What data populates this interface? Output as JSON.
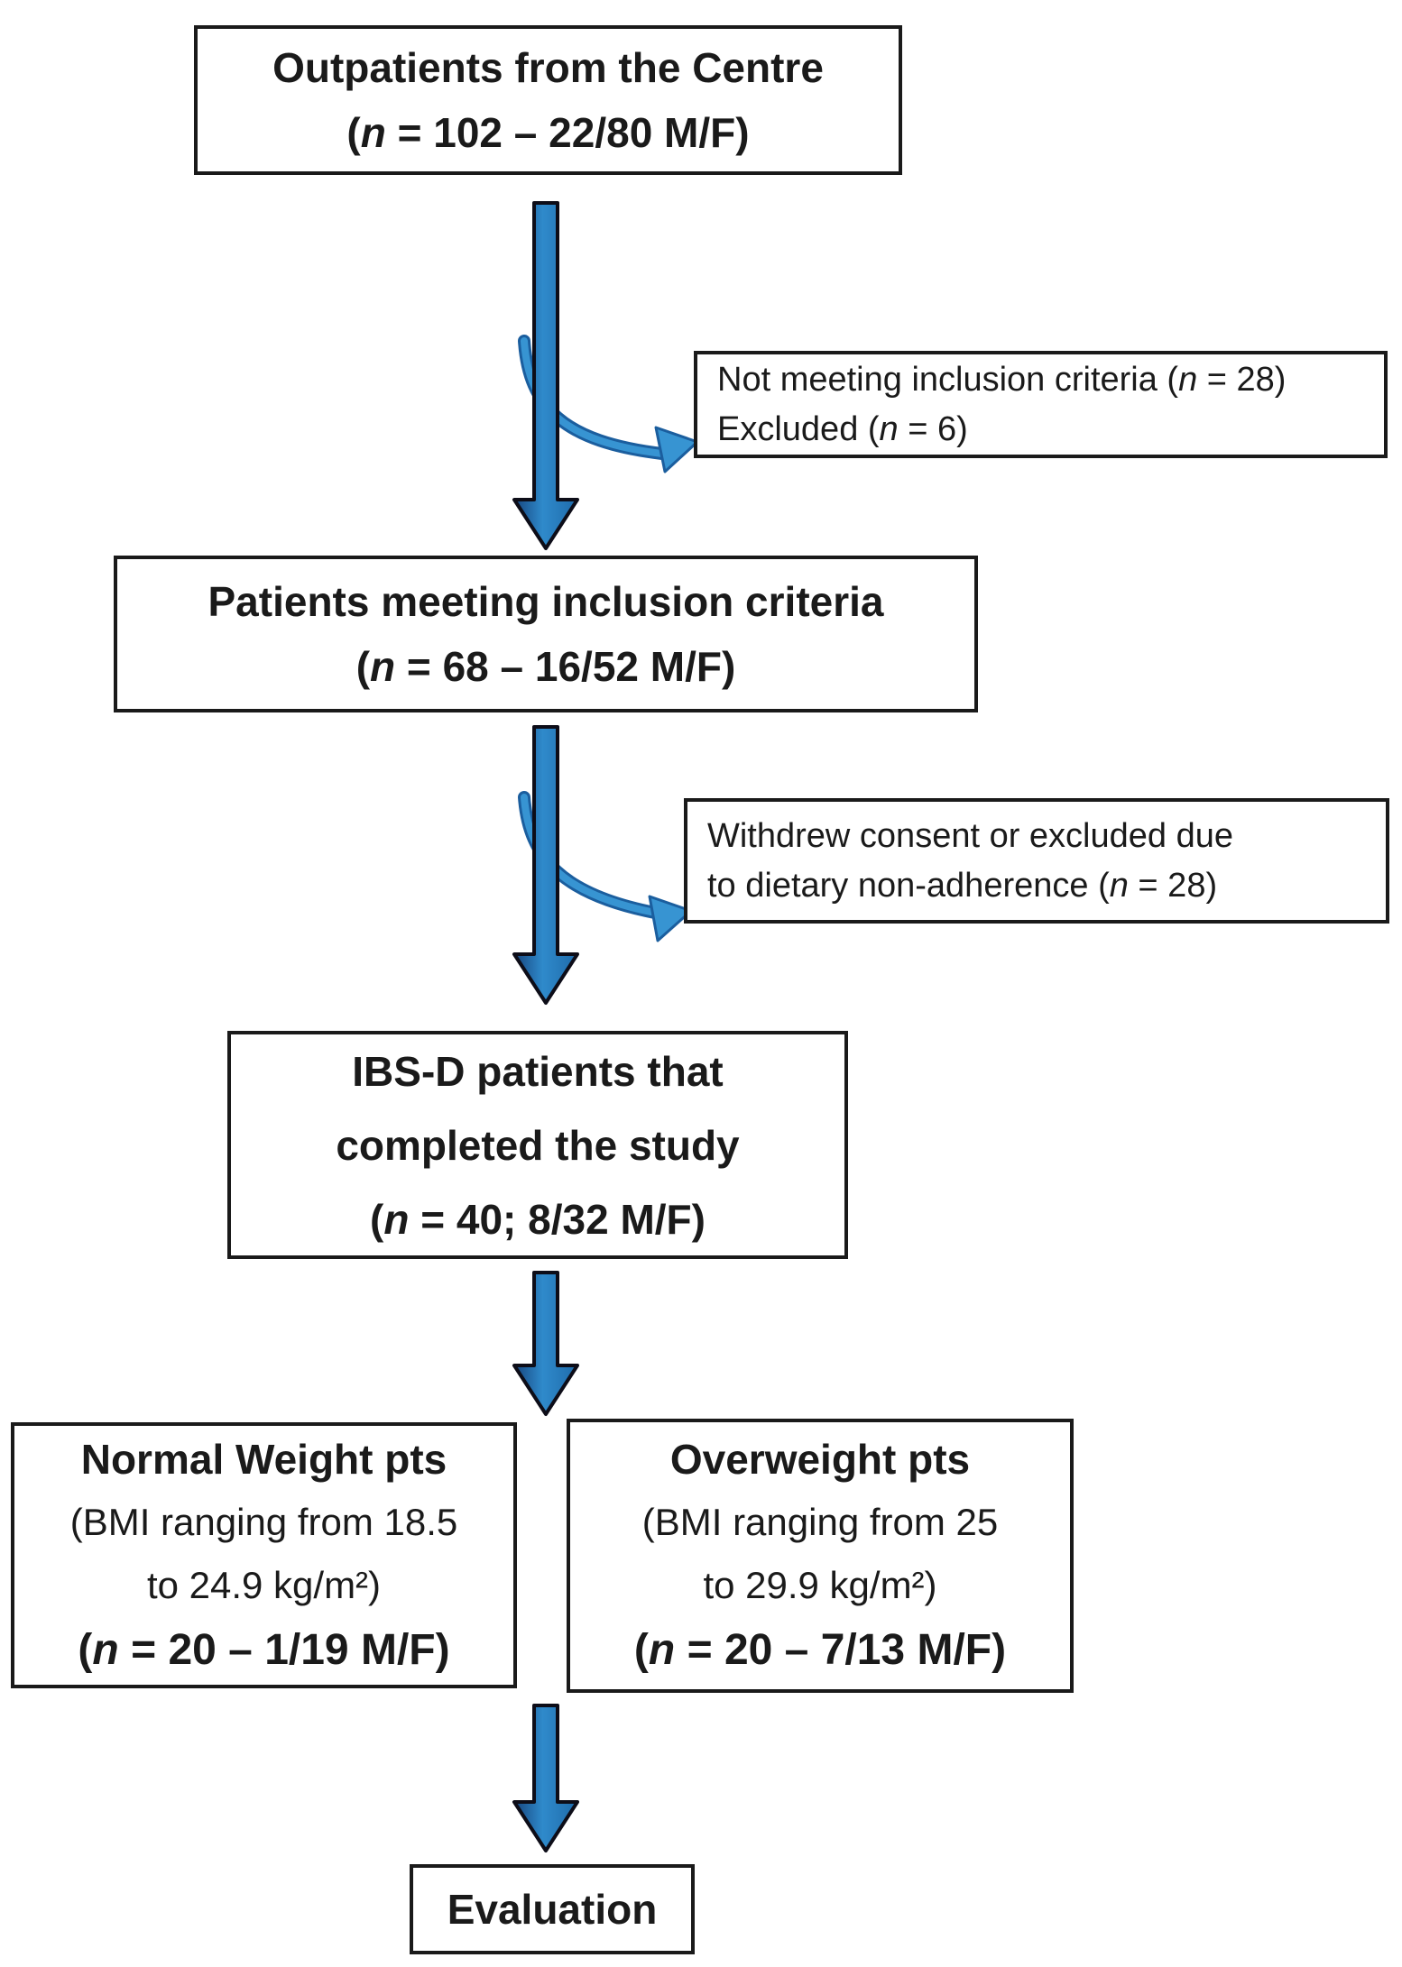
{
  "colors": {
    "box_border": "#1a1a1a",
    "text": "#1a1a1a",
    "arrow_outline": "#0d0d18",
    "arrow_fill_1": "#16457e",
    "arrow_fill_2": "#2f8acb",
    "arrow_fill_3": "#1f6bab",
    "curve_fill": "#3794d2",
    "curve_edge": "#1b5e9e"
  },
  "boxes": {
    "outpatients": {
      "title": "Outpatients from the Centre",
      "stat": {
        "open": "(",
        "n": "n",
        "rest": " = 102 – 22/80 M/F)"
      }
    },
    "not_meeting": {
      "line1": {
        "pre": "Not meeting inclusion criteria (",
        "n": "n",
        "post": " = 28)"
      },
      "line2": {
        "pre": "Excluded (",
        "n": "n",
        "post": " = 6)"
      }
    },
    "meeting": {
      "title": "Patients meeting inclusion criteria",
      "stat": {
        "open": "(",
        "n": "n",
        "rest": " = 68 – 16/52 M/F)"
      }
    },
    "withdrew": {
      "line1": "Withdrew consent or excluded due",
      "line2": {
        "pre": "to dietary non-adherence  (",
        "n": "n",
        "post": " = 28)"
      }
    },
    "completed": {
      "title_line1": "IBS-D patients that",
      "title_line2": "completed the study",
      "stat": {
        "open": "(",
        "n": "n",
        "rest": " = 40; 8/32 M/F)"
      }
    },
    "normal_weight": {
      "title": "Normal Weight pts",
      "bmi_line1": "(BMI ranging from 18.5",
      "bmi_line2": "to 24.9 kg/m²)",
      "stat": {
        "open": "(",
        "n": "n",
        "rest": " = 20 – 1/19 M/F)"
      }
    },
    "overweight": {
      "title": "Overweight pts",
      "bmi_line1": "(BMI ranging from 25",
      "bmi_line2": "to 29.9 kg/m²)",
      "stat": {
        "open": "(",
        "n": "n",
        "rest": " = 20 – 7/13 M/F)"
      }
    },
    "evaluation": {
      "title": "Evaluation"
    }
  }
}
